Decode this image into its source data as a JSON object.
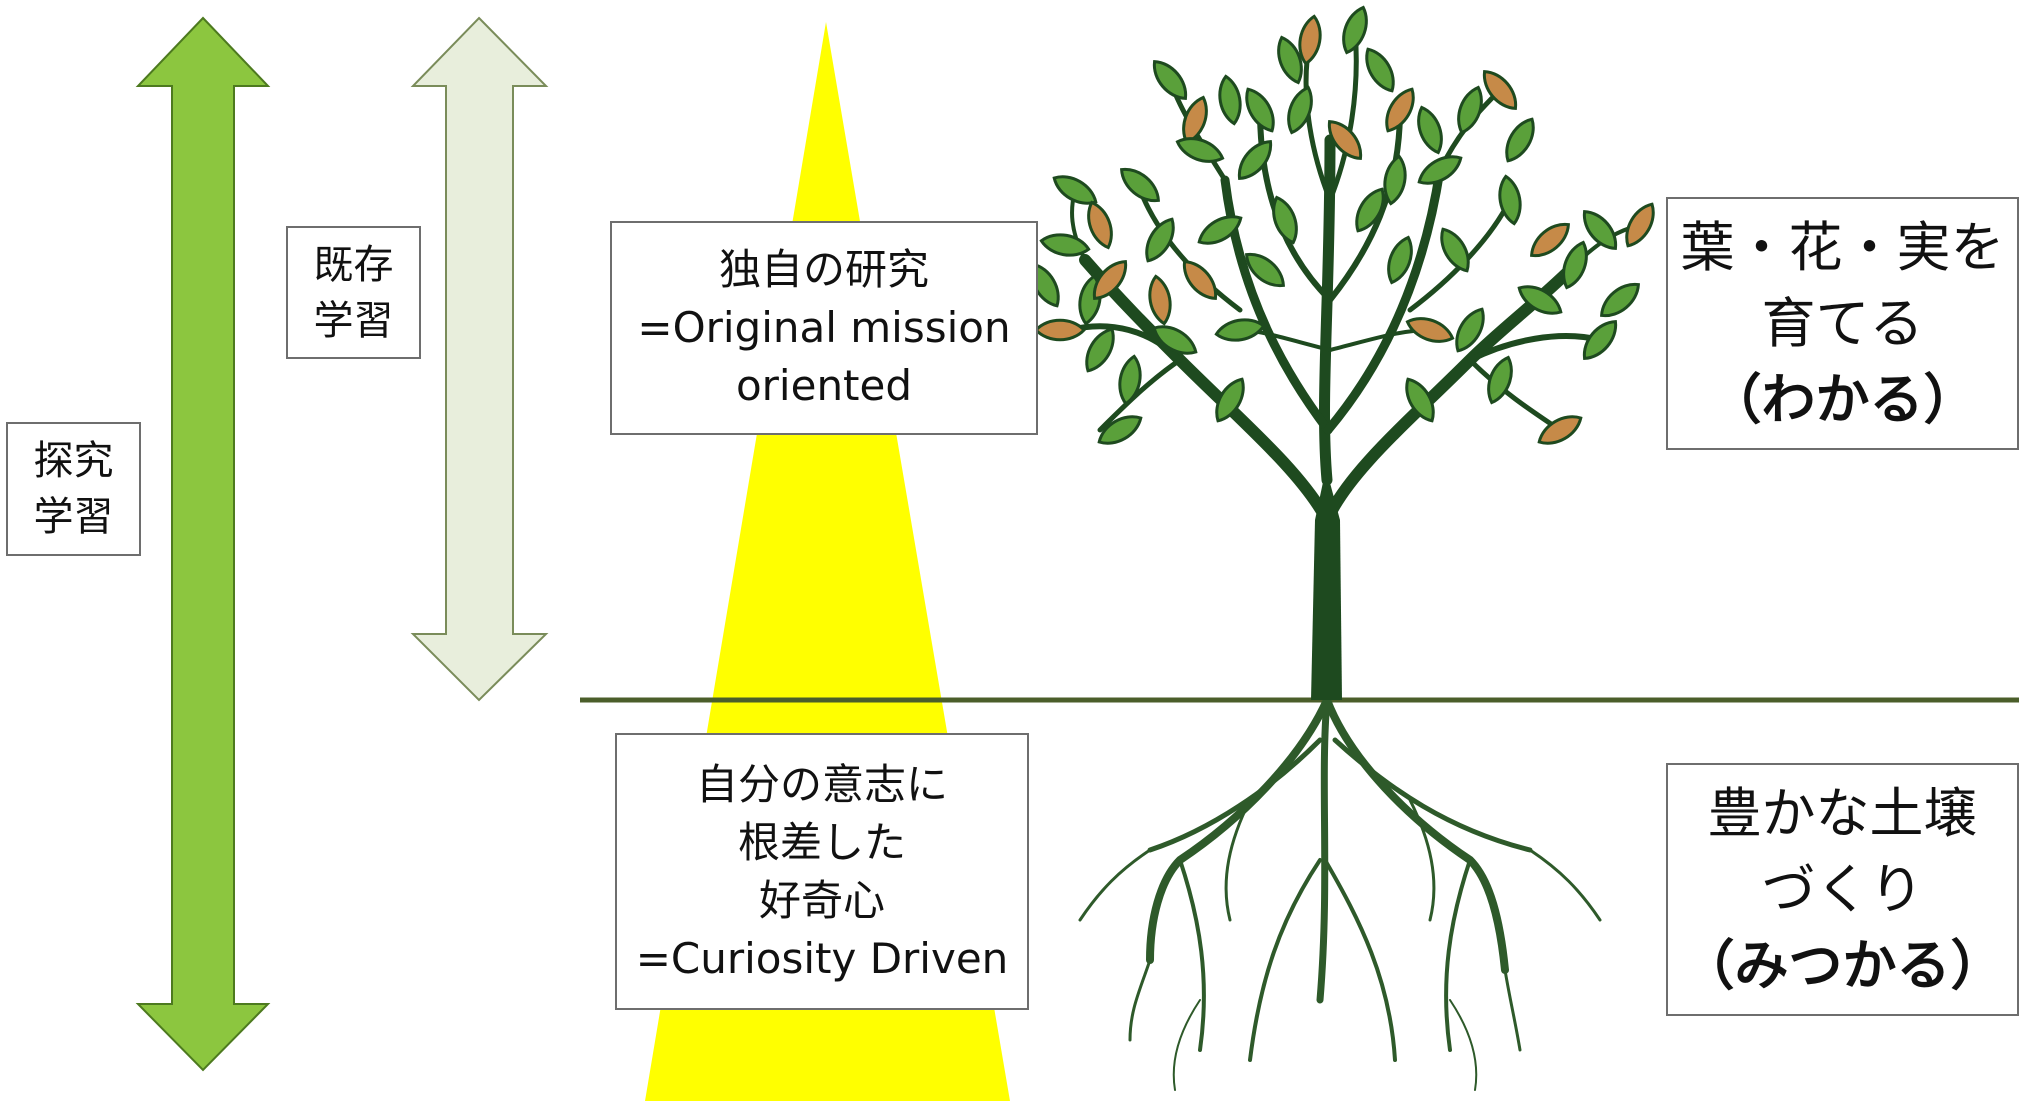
{
  "colors": {
    "explore_arrow": "#8cc63f",
    "existing_arrow": "#e8eedc",
    "cone": "#ffff00",
    "ground_line": "#4b5e2a",
    "trunk": "#1e4a1f",
    "leaf_green": "#5aa03a",
    "leaf_brown": "#c68a48",
    "roots": "#2e5a2a"
  },
  "labels": {
    "explore": {
      "line1": "探究",
      "line2": "学習"
    },
    "existing": {
      "line1": "既存",
      "line2": "学習"
    }
  },
  "center": {
    "top": {
      "line1": "独自の研究",
      "line2": "=Original mission",
      "line3": "oriented"
    },
    "bottom": {
      "line1": "自分の意志に",
      "line2": "根差した",
      "line3": "好奇心",
      "line4": "=Curiosity Driven"
    }
  },
  "right": {
    "top": {
      "line1": "葉・花・実を",
      "line2": "育てる",
      "line3": "（わかる）"
    },
    "bottom": {
      "line1": "豊かな土壌",
      "line2": "づくり",
      "line3": "（みつかる）"
    }
  }
}
